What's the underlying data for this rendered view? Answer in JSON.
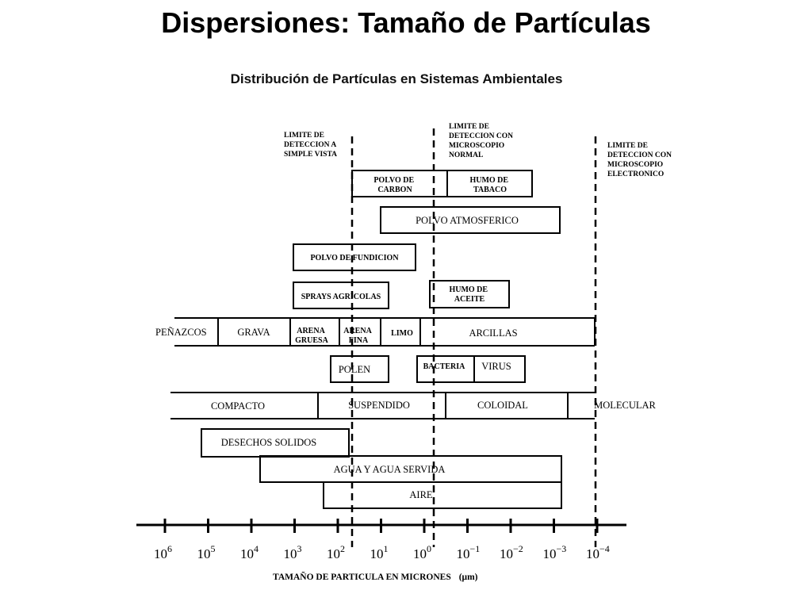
{
  "slide_title": "Dispersiones: Tamaño de Partículas",
  "figure_title": "Distribución de Partículas en Sistemas Ambientales",
  "limits": {
    "naked_eye": [
      "LIMITE DE",
      "DETECCION A",
      "SIMPLE VISTA"
    ],
    "optical_microscope": [
      "LIMITE DE",
      "DETECCION CON",
      "MICROSCOPIO",
      "NORMAL"
    ],
    "electron_microscope": [
      "LIMITE DE",
      "DETECCION CON",
      "MICROSCOPIO",
      "ELECTRONICO"
    ]
  },
  "boxes": {
    "polvo_carbon": [
      "POLVO DE",
      "CARBON"
    ],
    "humo_tabaco": [
      "HUMO DE",
      "TABACO"
    ],
    "polvo_atmosferico": "POLVO ATMOSFERICO",
    "polvo_fundicion": "POLVO DE FUNDICION",
    "sprays_agricolas": "SPRAYS AGRICOLAS",
    "humo_aceite": [
      "HUMO DE",
      "ACEITE"
    ],
    "polen": "POLEN",
    "bacteria": "BACTERIA",
    "virus": "VIRUS",
    "desechos_solidos": "DESECHOS SOLIDOS",
    "agua": "AGUA Y AGUA SERVIDA",
    "aire": "AIRE"
  },
  "soil_row": {
    "penazcos": "PEÑAZCOS",
    "grava": "GRAVA",
    "arena_gruesa": [
      "ARENA",
      "GRUESA"
    ],
    "arena_fina": [
      "ARENA",
      "FINA"
    ],
    "limo": "LIMO",
    "arcillas": "ARCILLAS"
  },
  "state_row": {
    "compacto": "COMPACTO",
    "suspendido": "SUSPENDIDO",
    "coloidal": "COLOIDAL",
    "molecular": "MOLECULAR"
  },
  "axis": {
    "base": "10",
    "exponents": [
      "6",
      "5",
      "4",
      "3",
      "2",
      "1",
      "0",
      "−1",
      "−2",
      "−3",
      "−4"
    ],
    "title": "TAMAÑO DE PARTICULA EN MICRONES",
    "unit": "(μm)"
  }
}
